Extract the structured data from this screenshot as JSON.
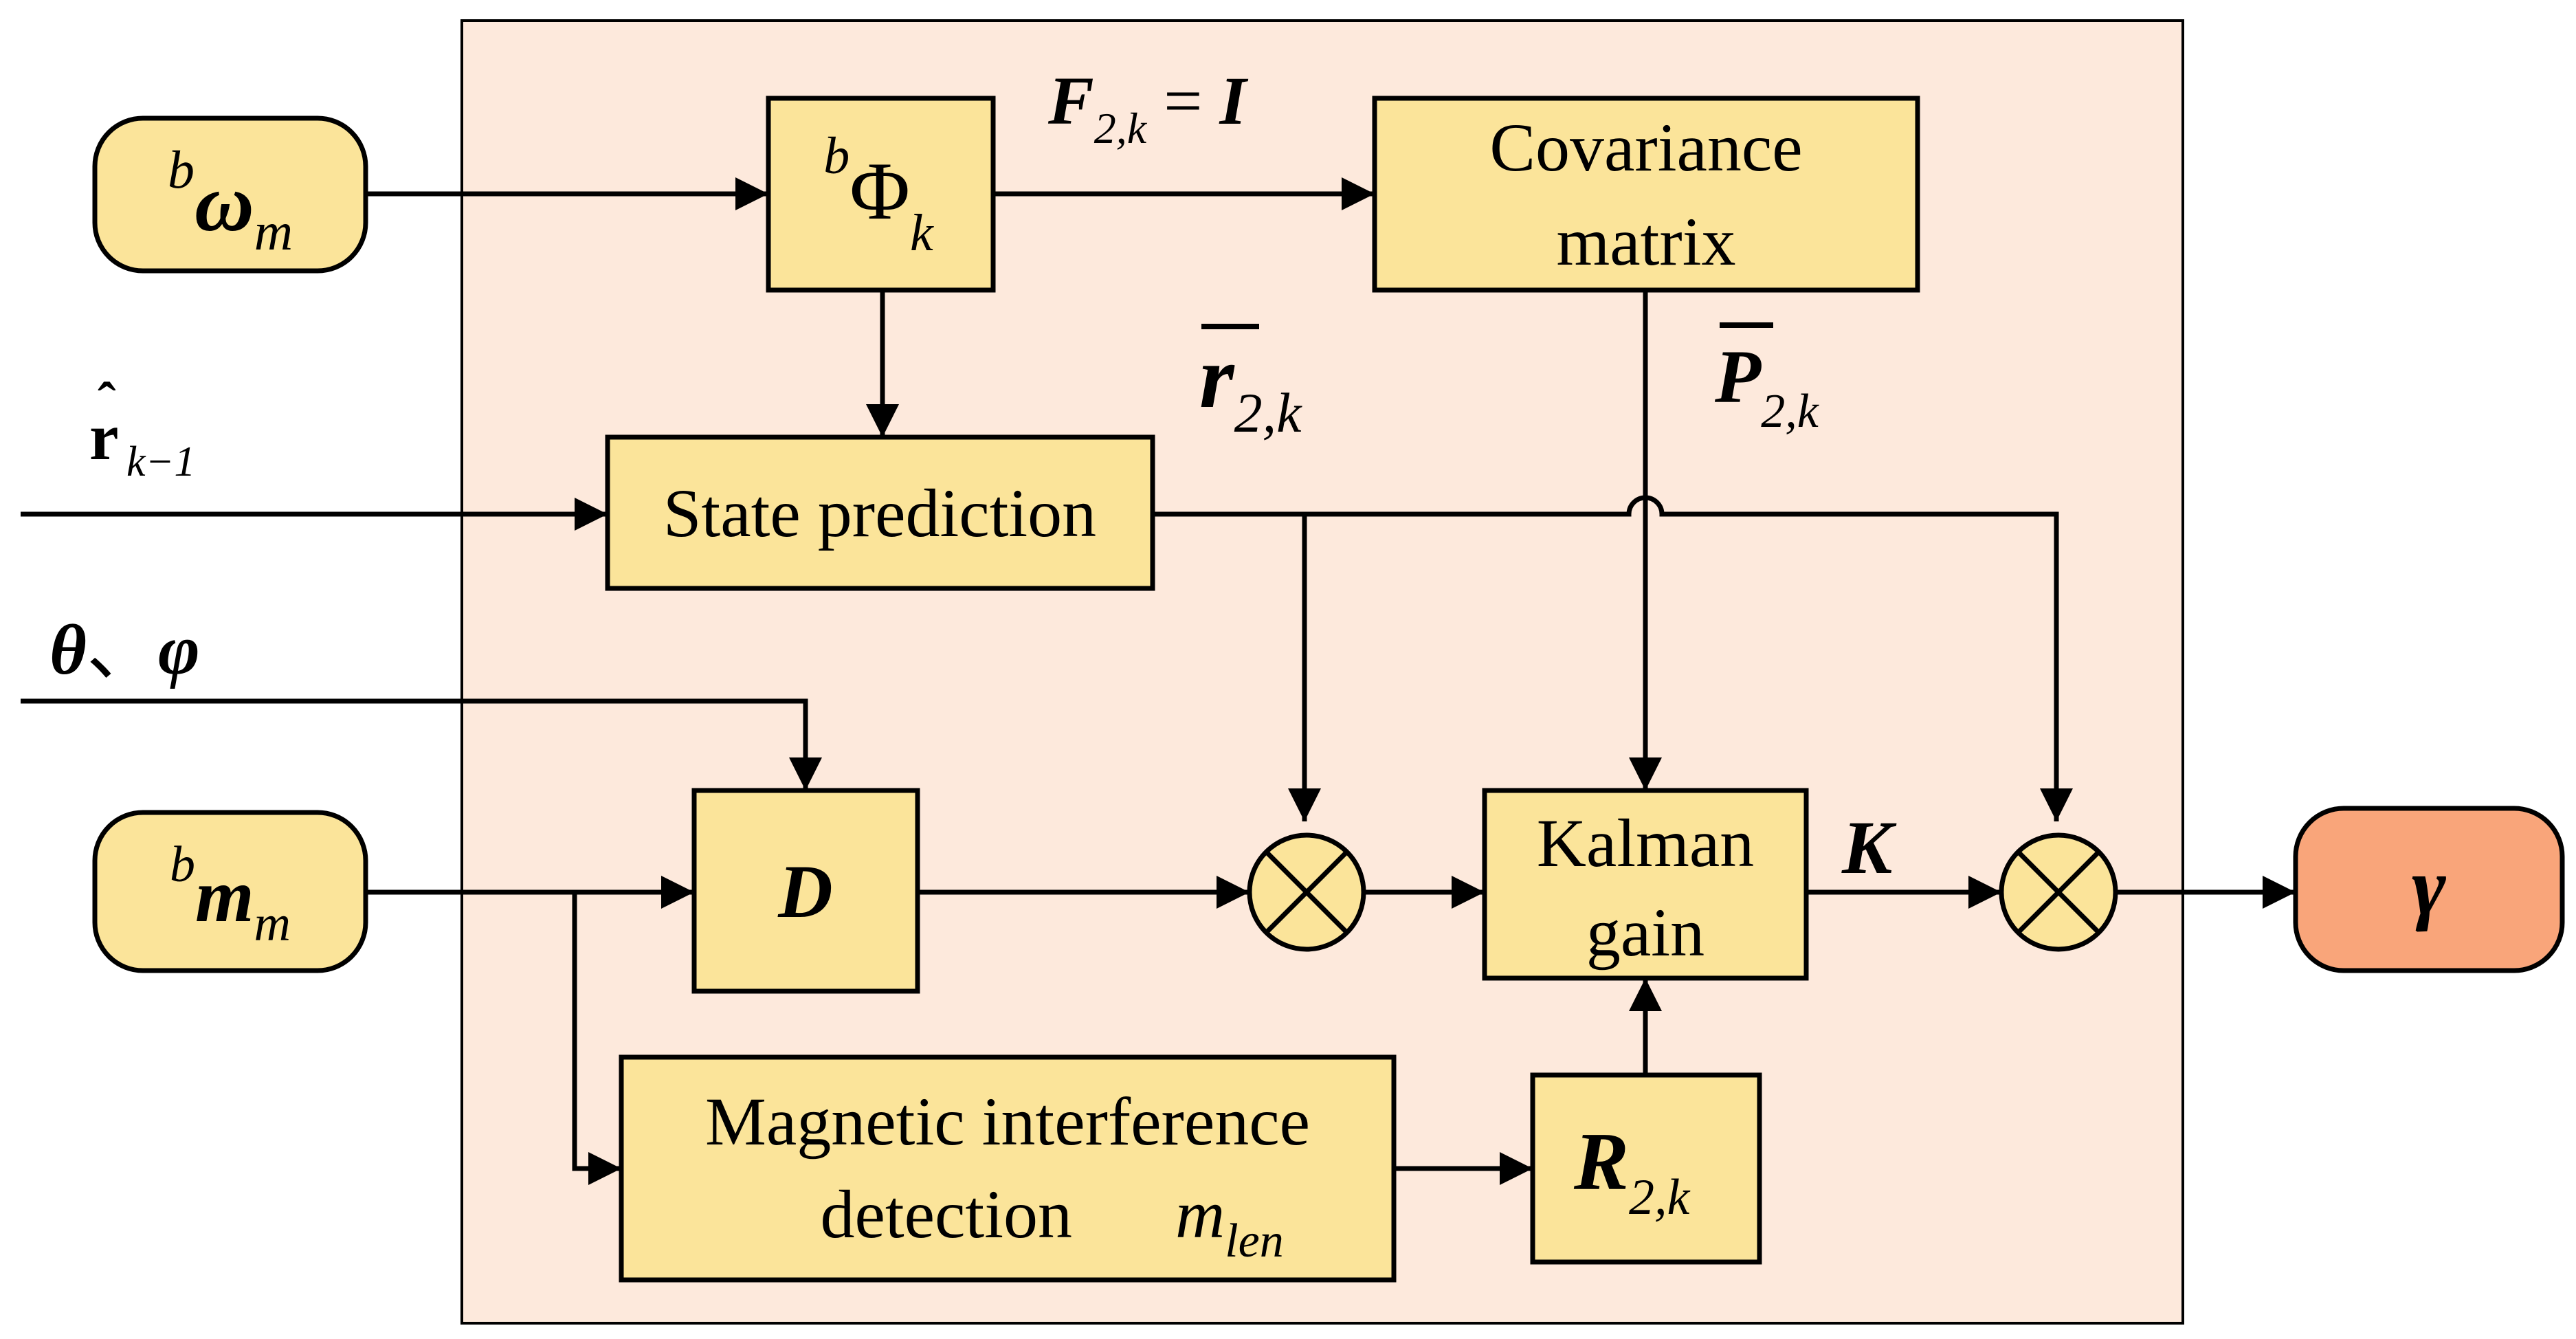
{
  "colors": {
    "panel_fill": "#fde9dc",
    "block_fill": "#fbe49a",
    "output_fill": "#f9a57a",
    "stroke": "#000000"
  },
  "inputs": {
    "omega": {
      "sup": "b",
      "symbol": "ω",
      "sub": "m"
    },
    "magnetometer": {
      "sup": "b",
      "symbol": "m",
      "sub": "m"
    },
    "r_prev": {
      "symbol": "r",
      "hat": "ˆ",
      "sub": "k−1"
    },
    "angles": {
      "theta": "θ",
      "sep": "、",
      "phi": "φ"
    }
  },
  "blocks": {
    "phi": {
      "sup": "b",
      "symbol": "Φ",
      "sub": "k"
    },
    "covariance": {
      "line1": "Covariance",
      "line2": "matrix"
    },
    "state_prediction": {
      "label": "State prediction"
    },
    "d_block": {
      "label": "D"
    },
    "kalman": {
      "line1": "Kalman",
      "line2": "gain"
    },
    "interference": {
      "line1": "Magnetic interference",
      "line2": "detection",
      "m_symbol": "m",
      "m_sub": "len"
    },
    "r_block": {
      "symbol": "R",
      "sub": "2,k"
    }
  },
  "signals": {
    "f_label": {
      "symbol": "F",
      "sub": "2,k",
      "rhs": " = ",
      "identity": "I"
    },
    "r_bar": {
      "symbol": "r",
      "sub": "2,k"
    },
    "p_bar": {
      "symbol": "P",
      "sub": "2,k"
    },
    "k_label": {
      "symbol": "K"
    }
  },
  "output": {
    "symbol": "γ"
  }
}
